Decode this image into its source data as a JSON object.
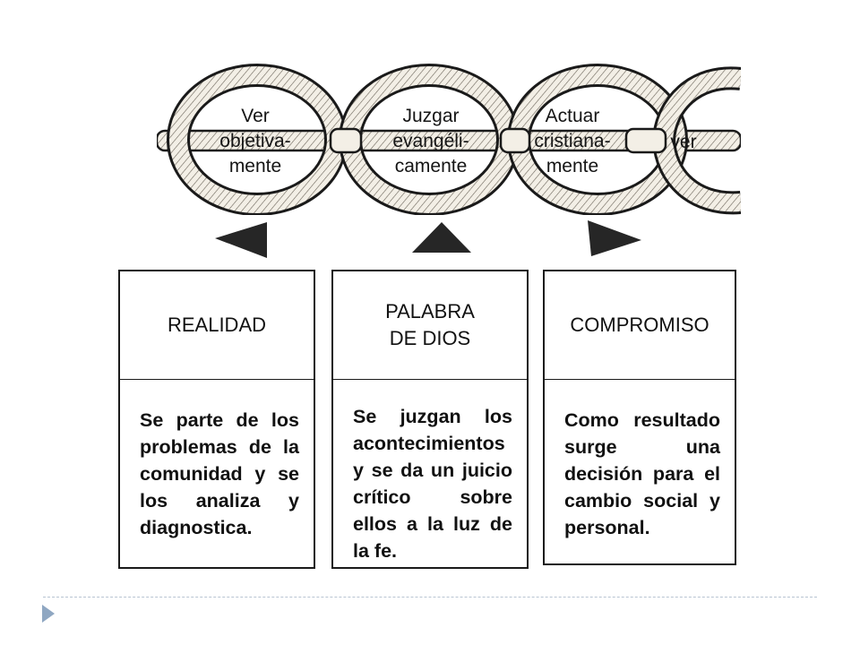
{
  "chain": {
    "links": [
      {
        "id": "ver",
        "lines": [
          "Ver",
          "objetiva-",
          "mente"
        ]
      },
      {
        "id": "juzgar",
        "lines": [
          "Juzgar",
          "evangéli-",
          "camente"
        ]
      },
      {
        "id": "actuar",
        "lines": [
          "Actuar",
          "cristiana-",
          "mente"
        ]
      },
      {
        "id": "partial",
        "lines": [
          "ver"
        ]
      }
    ]
  },
  "boxes": [
    {
      "id": "realidad",
      "title_lines": [
        "REALIDAD"
      ],
      "body": "Se parte de los problemas de la comunidad y se los analiza y diagnostica."
    },
    {
      "id": "palabra",
      "title_lines": [
        "PALABRA",
        "DE DIOS"
      ],
      "body": "Se juzgan los acontecimientos y se da un juicio crítico sobre ellos a la luz de la fe."
    },
    {
      "id": "compromiso",
      "title_lines": [
        "COMPROMISO"
      ],
      "body": "Como resultado surge una decisión para el cambio social y personal."
    }
  ],
  "colors": {
    "rope": "#f3efe6",
    "ink": "#1a1a1a",
    "footer_accent": "#8fa7c2"
  },
  "icons": [
    "chain-illustration",
    "triangle-pointer",
    "slide-footer-arrow-icon"
  ]
}
